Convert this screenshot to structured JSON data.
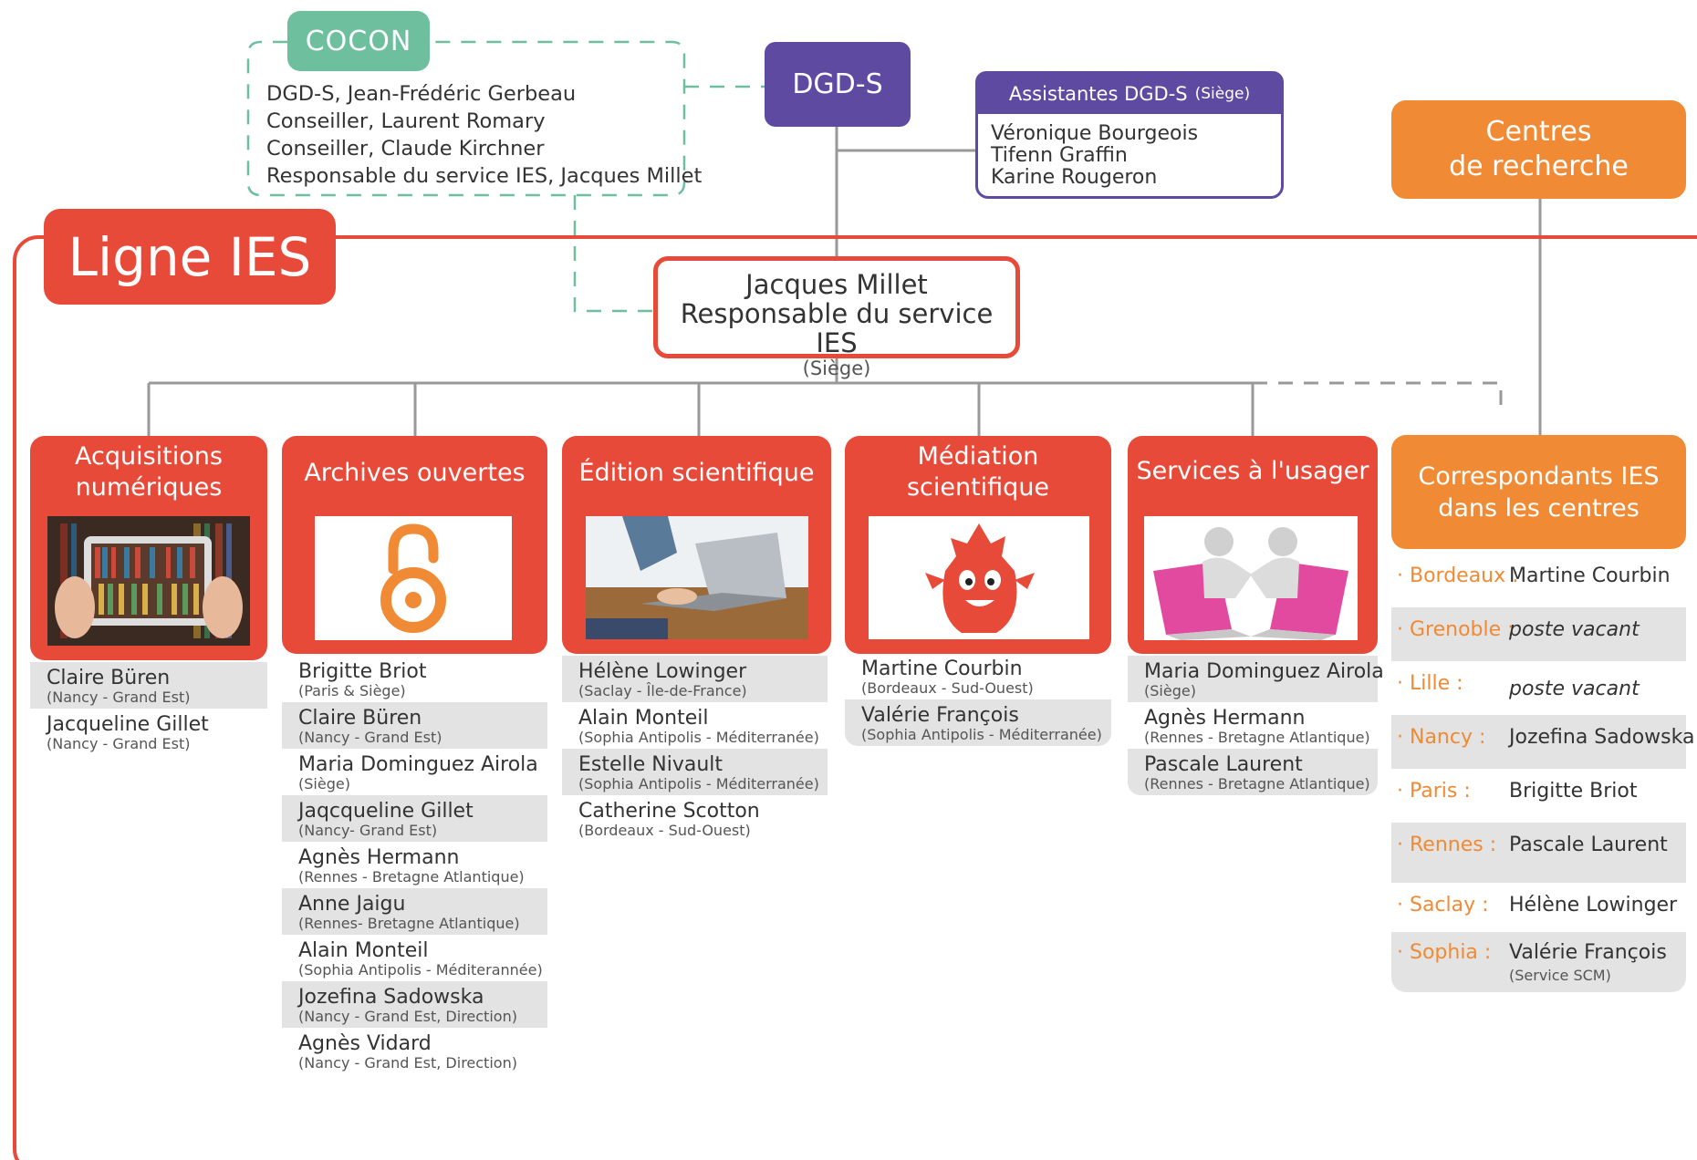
{
  "colors": {
    "accent_red": "#e84a3a",
    "accent_orange": "#f08a34",
    "accent_purple": "#5e4aa0",
    "accent_green": "#6dbf9e",
    "connector_gray": "#999999",
    "row_gray": "#e3e3e3"
  },
  "cocon": {
    "tag": "COCON",
    "lines": [
      "DGD-S, Jean-Frédéric Gerbeau",
      "Conseiller, Laurent Romary",
      "Conseiller, Claude Kirchner",
      "Responsable du service IES, Jacques Millet"
    ]
  },
  "dgds": {
    "label": "DGD-S"
  },
  "assistantes": {
    "title": "Assistantes DGD-S",
    "title_note": "(Siège)",
    "names": [
      "Véronique Bourgeois",
      "Tifenn Graffin",
      "Karine Rougeron"
    ]
  },
  "centres": {
    "line1": "Centres",
    "line2": "de recherche"
  },
  "ligne": {
    "title": "Ligne IES"
  },
  "head": {
    "name": "Jacques Millet",
    "role": "Responsable du service IES",
    "site": "(Siège)"
  },
  "services": [
    {
      "title_lines": [
        "Acquisitions",
        "numériques"
      ],
      "image_icon": "tablet-books-photo",
      "members": [
        {
          "name": "Claire Büren",
          "site": "(Nancy - Grand Est)"
        },
        {
          "name": "Jacqueline Gillet",
          "site": "(Nancy - Grand Est)"
        }
      ]
    },
    {
      "title_lines": [
        "Archives ouvertes"
      ],
      "image_icon": "open-access-lock-icon",
      "members": [
        {
          "name": "Brigitte Briot",
          "site": "(Paris & Siège)"
        },
        {
          "name": "Claire Büren",
          "site": "(Nancy - Grand Est)"
        },
        {
          "name": "Maria Dominguez Airola",
          "site": "(Siège)"
        },
        {
          "name": "Jaqcqueline Gillet",
          "site": "(Nancy- Grand Est)"
        },
        {
          "name": "Agnès Hermann",
          "site": "(Rennes - Bretagne Atlantique)"
        },
        {
          "name": "Anne Jaigu",
          "site": "(Rennes- Bretagne Atlantique)"
        },
        {
          "name": "Alain Monteil",
          "site": "(Sophia Antipolis - Méditerannée)"
        },
        {
          "name": "Jozefina Sadowska",
          "site": "(Nancy - Grand Est, Direction)"
        },
        {
          "name": "Agnès Vidard",
          "site": "(Nancy - Grand Est, Direction)"
        }
      ]
    },
    {
      "title_lines": [
        "Édition scientifique"
      ],
      "image_icon": "laptop-typing-photo",
      "members": [
        {
          "name": "Hélène Lowinger",
          "site": "(Saclay - Île-de-France)"
        },
        {
          "name": "Alain Monteil",
          "site": "(Sophia Antipolis - Méditerranée)"
        },
        {
          "name": "Estelle Nivault",
          "site": "(Sophia Antipolis - Méditerranée)"
        },
        {
          "name": "Catherine Scotton",
          "site": "(Bordeaux - Sud-Ouest)"
        }
      ]
    },
    {
      "title_lines": [
        "Médiation",
        "scientifique"
      ],
      "image_icon": "mascot-character-icon",
      "members": [
        {
          "name": "Martine Courbin",
          "site": "(Bordeaux - Sud-Ouest)"
        },
        {
          "name": "Valérie François",
          "site": "(Sophia Antipolis - Méditerranée)"
        }
      ]
    },
    {
      "title_lines": [
        "Services à l'usager"
      ],
      "image_icon": "handshake-laptops-icon",
      "members": [
        {
          "name": "Maria Dominguez Airola",
          "site": "(Siège)"
        },
        {
          "name": "Agnès Hermann",
          "site": "(Rennes - Bretagne Atlantique)"
        },
        {
          "name": "Pascale Laurent",
          "site": "(Rennes - Bretagne Atlantique)"
        }
      ]
    }
  ],
  "correspondants": {
    "title_lines": [
      "Correspondants IES",
      "dans les centres"
    ],
    "rows": [
      {
        "city": "· Bordeaux :",
        "name": "Martine Courbin",
        "vacant": false
      },
      {
        "city": "· Grenoble :",
        "name": "poste vacant",
        "vacant": true
      },
      {
        "city": "· Lille :",
        "name": "poste vacant",
        "vacant": true
      },
      {
        "city": "· Nancy :",
        "name": "Jozefina Sadowska",
        "vacant": false
      },
      {
        "city": "· Paris :",
        "name": "Brigitte Briot",
        "vacant": false
      },
      {
        "city": "· Rennes :",
        "name": "Pascale Laurent",
        "vacant": false
      },
      {
        "city": "· Saclay :",
        "name": "Hélène Lowinger",
        "vacant": false
      },
      {
        "city": "· Sophia :",
        "name": "Valérie François",
        "note": "(Service SCM)",
        "vacant": false
      }
    ]
  }
}
